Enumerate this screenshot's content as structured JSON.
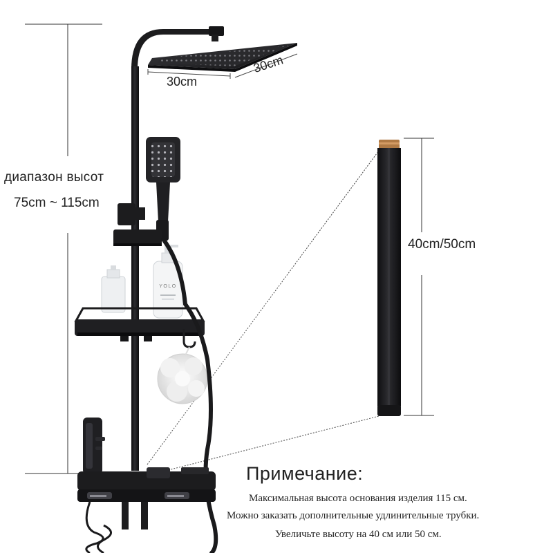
{
  "labels": {
    "range_title": "диапазон высот",
    "range_value": "75cm ~ 115cm",
    "head_width": "30cm",
    "head_depth": "30cm",
    "pipe_length": "40cm/50cm"
  },
  "note": {
    "title": "Примечание:",
    "lines": [
      "Максимальная высота основания изделия 115 см.",
      "Можно заказать дополнительные удлинительные трубки.",
      "Увеличьте высоту на 40 см или 50 см."
    ]
  },
  "bottle_labels": {
    "brand": "YOLO"
  },
  "colors": {
    "fixture": "#1c1c1e",
    "metal_tip": "#b07a45",
    "text": "#222222",
    "background": "#ffffff"
  }
}
